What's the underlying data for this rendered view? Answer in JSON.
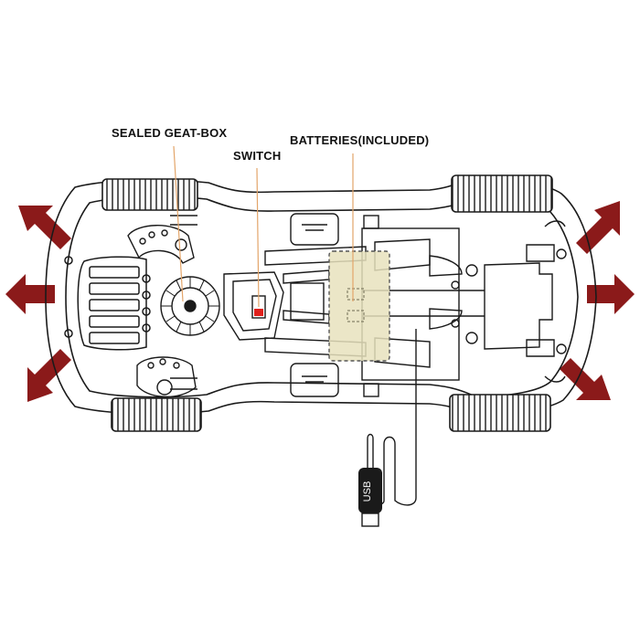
{
  "callouts": {
    "gearbox": "SEALED GEAT-BOX",
    "switch": "SWITCH",
    "batteries": "BATTERIES(INCLUDED)"
  },
  "usb": {
    "label": "USB"
  },
  "colors": {
    "arrow": "#8b1a1a",
    "leader": "#e3a56a",
    "battery_fill": "#e7e2bd",
    "switch_red": "#e0201c",
    "outline": "#1a1a1a"
  },
  "icons": {
    "arrows": [
      "arrow-icon-upper-left",
      "arrow-icon-left",
      "arrow-icon-lower-left",
      "arrow-icon-upper-right",
      "arrow-icon-right",
      "arrow-icon-lower-right"
    ]
  }
}
